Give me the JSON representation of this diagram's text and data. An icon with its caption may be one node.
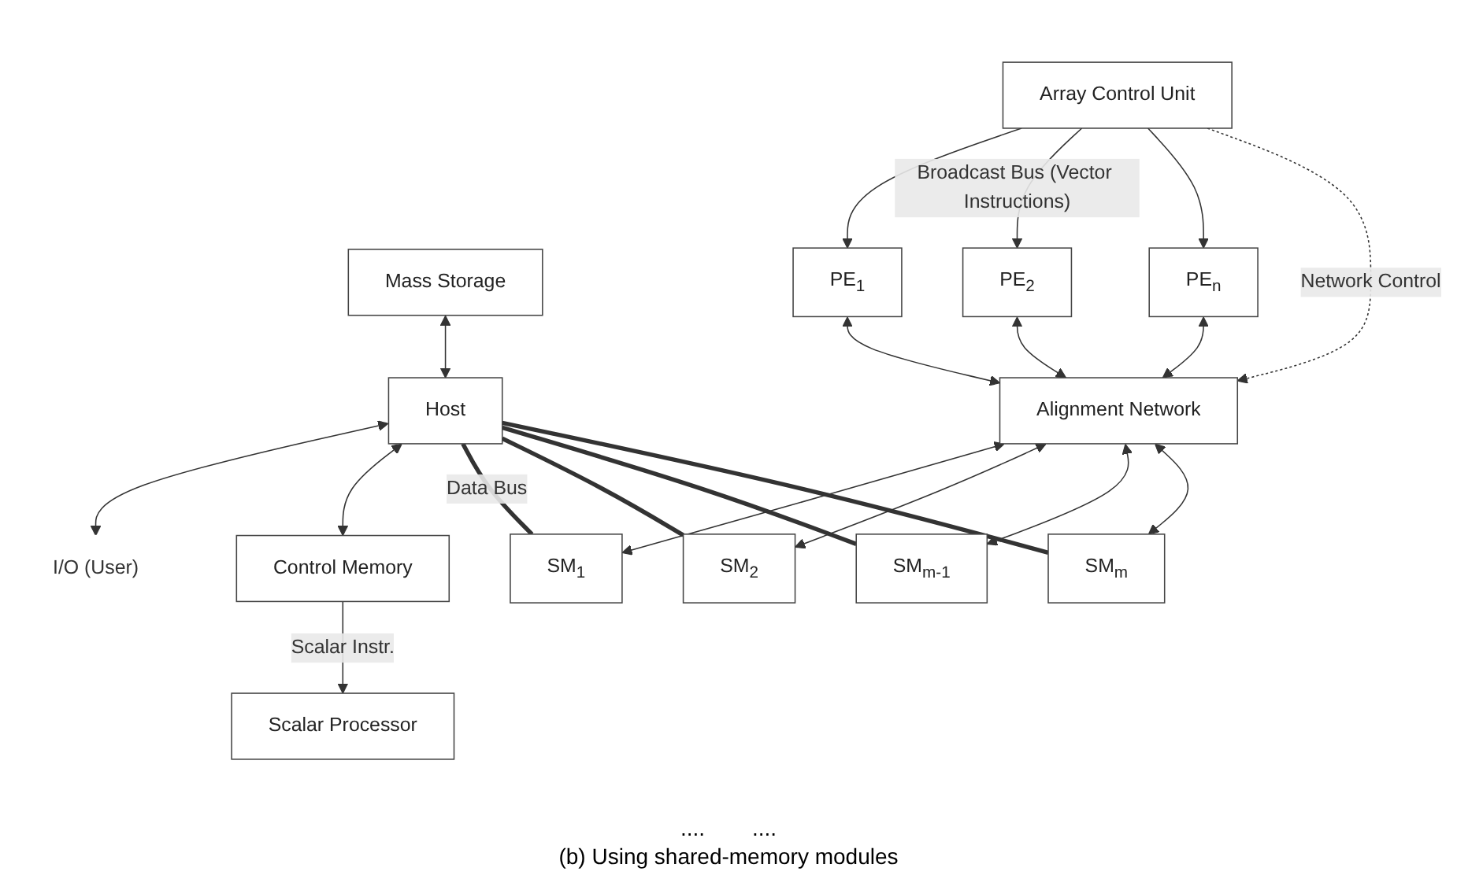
{
  "diagram": {
    "caption": "(b) Using shared-memory modules",
    "nodes": [
      {
        "text": [
          "Mass Storage"
        ]
      },
      {
        "text": [
          "Host"
        ]
      },
      {
        "text": [
          "I/O (User)"
        ]
      },
      {
        "text": [
          "Control Memory"
        ]
      },
      {
        "text": [
          "Array Control Unit"
        ]
      },
      {
        "text": [
          "Scalar Processor"
        ]
      },
      {
        "text": [
          "PE$_{1}$"
        ]
      },
      {
        "text": [
          "PE$_{2}$"
        ]
      },
      {
        "text": [
          "PE$_{n}$"
        ]
      },
      {
        "text": [
          "Alignment Network"
        ]
      },
      {
        "text": [
          "SM$_{1}$"
        ]
      },
      {
        "text": [
          "SM$_{2}$"
        ]
      },
      {
        "text": [
          "SM$_{m-1}$"
        ]
      },
      {
        "text": [
          "SM$_{m}$"
        ]
      }
    ],
    "edges": [
      {
        "from": 0,
        "to": 1,
        "arrow": "both"
      },
      {
        "from": 1,
        "to": 2,
        "arrow": "both"
      },
      {
        "from": 1,
        "to": 3,
        "arrow": "both"
      },
      {
        "from": 3,
        "to": 5,
        "arrow": "to",
        "label": "Scalar Instr."
      },
      {
        "from": 4,
        "to": 6,
        "arrow": "to"
      },
      {
        "from": 4,
        "to": 7,
        "arrow": "to",
        "label": "Broadcast Bus (Vector Instructions)"
      },
      {
        "from": 4,
        "to": 8,
        "arrow": "to"
      },
      {
        "from": 4,
        "to": 9,
        "arrow": "to",
        "style": "dashed",
        "label": "Network Control"
      },
      {
        "from": 6,
        "to": 9,
        "arrow": "both"
      },
      {
        "from": 7,
        "to": 9,
        "arrow": "both"
      },
      {
        "from": 8,
        "to": 9,
        "arrow": "both"
      },
      {
        "from": 9,
        "to": 10,
        "arrow": "both"
      },
      {
        "from": 9,
        "to": 11,
        "arrow": "both"
      },
      {
        "from": 9,
        "to": 12,
        "arrow": "both"
      },
      {
        "from": 9,
        "to": 13,
        "arrow": "both"
      },
      {
        "from": 1,
        "to": 10,
        "arrow": "none",
        "style": "thick",
        "label": "Data Bus"
      },
      {
        "from": 1,
        "to": 11,
        "arrow": "none",
        "style": "thick"
      },
      {
        "from": 1,
        "to": 12,
        "arrow": "none",
        "style": "thick"
      },
      {
        "from": 1,
        "to": 13,
        "arrow": "none",
        "style": "thick"
      }
    ],
    "labels": [
      "....",
      "...."
    ]
  }
}
